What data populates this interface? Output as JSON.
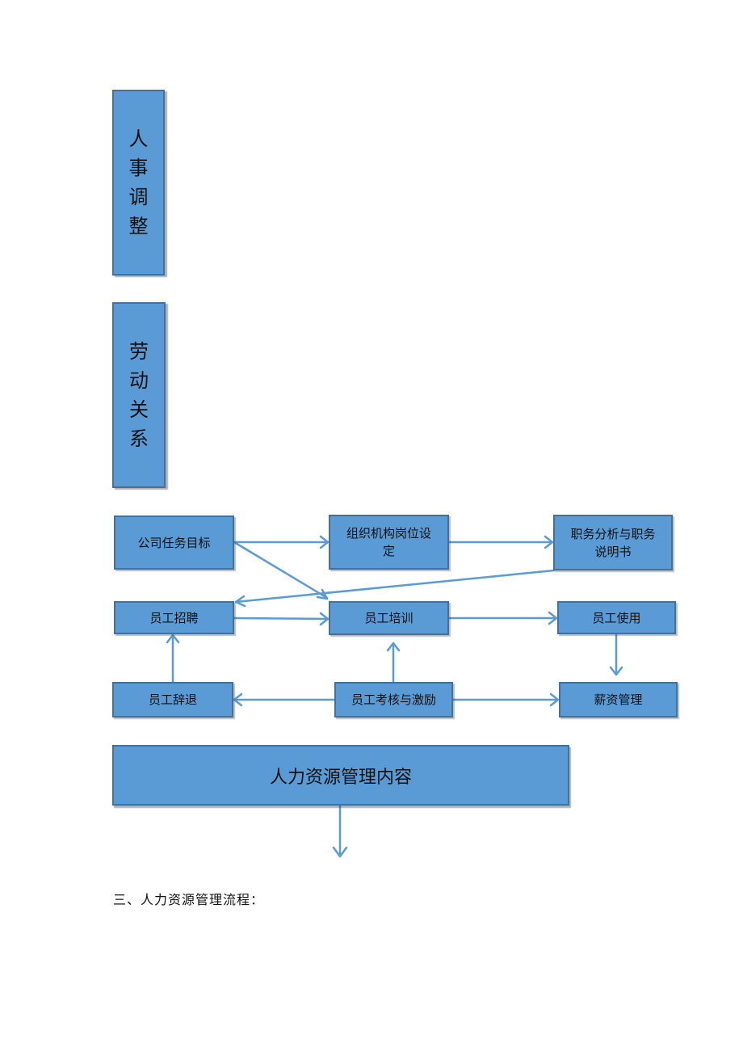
{
  "side_boxes": {
    "personnel_adjustment": [
      "人",
      "事",
      "调",
      "整"
    ],
    "labor_relations": [
      "劳",
      "动",
      "关",
      "系"
    ]
  },
  "nodes": {
    "company_goal": "公司任务目标",
    "org_position_line1": "组织机构岗位设",
    "org_position_line2": "定",
    "job_analysis_line1": "职务分析与职务",
    "job_analysis_line2": "说明书",
    "recruitment": "员工招聘",
    "training": "员工培训",
    "deployment": "员工使用",
    "dismissal": "员工辞退",
    "appraisal": "员工考核与激励",
    "salary": "薪资管理"
  },
  "hr_content_box": "人力资源管理内容",
  "section_caption": "三、人力资源管理流程：",
  "colors": {
    "box_fill": "#5b9bd5",
    "box_border": "#41719c",
    "arrow": "#5b9bd5"
  }
}
